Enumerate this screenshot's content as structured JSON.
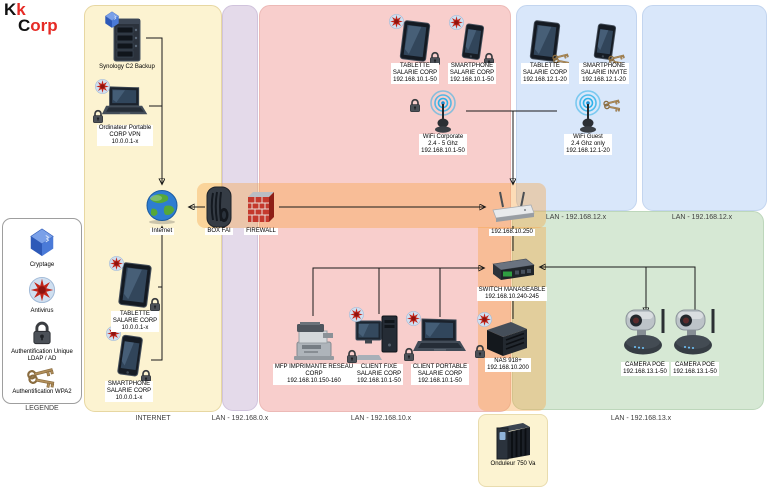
{
  "logo": {
    "black1": "K",
    "red1": "k",
    "black2": "C",
    "red2": "orp"
  },
  "colors": {
    "logo_red": "#E62A25",
    "zone_internet": "#FCF3D1",
    "zone_lan0": "#E4DAEA",
    "zone_lan10": "#F8CECC",
    "zone_lan12": "#D9E7FA",
    "zone_lan13": "#D6E8D4",
    "highlight_band": "#F6A442",
    "wifi_blue": "#2BB1E8",
    "firewall_red": "#C4392D"
  },
  "zones": [
    {
      "id": "internet",
      "label": "INTERNET"
    },
    {
      "id": "lan0",
      "label": "LAN - 192.168.0.x"
    },
    {
      "id": "lan10",
      "label": "LAN - 192.168.10.x"
    },
    {
      "id": "lan12a",
      "label": "LAN - 192.168.12.x"
    },
    {
      "id": "lan12b",
      "label": "LAN - 192.168.12.x"
    },
    {
      "id": "lan13",
      "label": "LAN - 192.168.13.x"
    }
  ],
  "legend": {
    "title": "LEGENDE",
    "items": [
      {
        "id": "cryptage",
        "icon": "cube",
        "lines": [
          "Cryptage"
        ]
      },
      {
        "id": "antivirus",
        "icon": "virus",
        "lines": [
          "Antivirus"
        ]
      },
      {
        "id": "auth-unique",
        "icon": "lock",
        "lines": [
          "Authentification Unique",
          "LDAP / AD"
        ]
      },
      {
        "id": "auth-wpa2",
        "icon": "keys",
        "lines": [
          "Authentification WPA2"
        ]
      }
    ]
  },
  "nodes": [
    {
      "id": "synology-c2-backup",
      "icon": "server",
      "badges": [
        {
          "icon": "cube",
          "pos": "tl"
        }
      ],
      "lines": [
        "Synology C2 Backup"
      ],
      "boxed": false
    },
    {
      "id": "ordinateur-portable-corp-vpn",
      "icon": "laptop",
      "badges": [
        {
          "icon": "virus",
          "pos": "tl"
        },
        {
          "icon": "lock",
          "pos": "bl"
        }
      ],
      "lines": [
        "Ordinateur Portable",
        "CORP VPN",
        "10.0.0.1-x"
      ],
      "boxed": true
    },
    {
      "id": "internet-globe",
      "icon": "globe",
      "badges": [],
      "lines": [
        "Internet"
      ],
      "boxed": true
    },
    {
      "id": "box-fai",
      "icon": "modem",
      "badges": [],
      "lines": [
        "BOX FAI"
      ],
      "boxed": true
    },
    {
      "id": "firewall",
      "icon": "firewall",
      "badges": [],
      "lines": [
        "FIREWALL"
      ],
      "boxed": true
    },
    {
      "id": "tablette-salarie-corp-vpn",
      "icon": "tablet",
      "badges": [
        {
          "icon": "virus",
          "pos": "tl"
        },
        {
          "icon": "lock",
          "pos": "br"
        }
      ],
      "lines": [
        "TABLETTE",
        "SALARIE CORP",
        "10.0.0.1-x"
      ],
      "boxed": true
    },
    {
      "id": "smartphone-salarie-corp-vpn",
      "icon": "phone",
      "badges": [
        {
          "icon": "virus",
          "pos": "tl"
        },
        {
          "icon": "lock",
          "pos": "br"
        }
      ],
      "lines": [
        "SMARTPHONE",
        "SALARIE CORP",
        "10.0.0.1-x"
      ],
      "boxed": true
    },
    {
      "id": "tablette-salarie-corp-lan10",
      "icon": "tablet",
      "badges": [
        {
          "icon": "virus",
          "pos": "tl"
        },
        {
          "icon": "lock",
          "pos": "br"
        }
      ],
      "lines": [
        "TABLETTE",
        "SALARIE CORP",
        "192.168.10.1-50"
      ],
      "boxed": true
    },
    {
      "id": "smartphone-salarie-corp-lan10",
      "icon": "phone",
      "badges": [
        {
          "icon": "virus",
          "pos": "tl"
        },
        {
          "icon": "lock",
          "pos": "br"
        }
      ],
      "lines": [
        "SMARTPHONE",
        "SALARIE CORP",
        "192.168.10.1-50"
      ],
      "boxed": true
    },
    {
      "id": "wifi-corporate",
      "icon": "wifi",
      "badges": [
        {
          "icon": "lock",
          "pos": "l"
        }
      ],
      "lines": [
        "WiFi Corporate",
        "2.4 - 5 Ghz",
        "192.168.10.1-50"
      ],
      "boxed": true
    },
    {
      "id": "tablette-salarie-corp-lan12",
      "icon": "tablet",
      "badges": [
        {
          "icon": "keys",
          "pos": "br"
        }
      ],
      "lines": [
        "TABLETTE",
        "SALARIE CORP",
        "192.168.12.1-20"
      ],
      "boxed": true
    },
    {
      "id": "smartphone-salarie-invite",
      "icon": "phone",
      "badges": [
        {
          "icon": "keys",
          "pos": "br"
        }
      ],
      "lines": [
        "SMARTPHONE",
        "SALARIE INVITE",
        "192.168.12.1-20"
      ],
      "boxed": true
    },
    {
      "id": "wifi-guest",
      "icon": "wifi",
      "badges": [
        {
          "icon": "keys",
          "pos": "r"
        }
      ],
      "lines": [
        "WiFi Guest",
        "2.4 Ghz only",
        "192.168.12.1-20"
      ],
      "boxed": true
    },
    {
      "id": "routeur-lan",
      "icon": "router",
      "badges": [],
      "lines": [
        "192.168.10.250"
      ],
      "boxed": true
    },
    {
      "id": "switch-manageable",
      "icon": "switch",
      "badges": [],
      "lines": [
        "SWITCH MANAGEABLE",
        "192.168.10.240-245"
      ],
      "boxed": true
    },
    {
      "id": "mfp-imprimante-reseau",
      "icon": "printer",
      "badges": [],
      "lines": [
        "MFP IMPRIMANTE RESEAU",
        "CORP",
        "192.168.10.150-160"
      ],
      "boxed": true
    },
    {
      "id": "client-fixe-salarie",
      "icon": "desktop",
      "badges": [
        {
          "icon": "virus",
          "pos": "tl"
        },
        {
          "icon": "lock",
          "pos": "bl"
        }
      ],
      "lines": [
        "CLIENT FIXE",
        "SALARIE CORP",
        "192.168.10.1-50"
      ],
      "boxed": true
    },
    {
      "id": "client-portable-salarie",
      "icon": "laptop",
      "badges": [
        {
          "icon": "virus",
          "pos": "tl"
        },
        {
          "icon": "lock",
          "pos": "bl"
        }
      ],
      "lines": [
        "CLIENT PORTABLE",
        "SALARIE CORP",
        "192.168.10.1-50"
      ],
      "boxed": true
    },
    {
      "id": "nas-918",
      "icon": "nas",
      "badges": [
        {
          "icon": "virus",
          "pos": "tl"
        },
        {
          "icon": "lock",
          "pos": "bl"
        }
      ],
      "lines": [
        "NAS 918+",
        "192.168.10.200"
      ],
      "boxed": true
    },
    {
      "id": "camera-poe-1",
      "icon": "camera",
      "badges": [],
      "lines": [
        "CAMERA POE",
        "192.168.13.1-50"
      ],
      "boxed": true
    },
    {
      "id": "camera-poe-2",
      "icon": "camera",
      "badges": [],
      "lines": [
        "CAMERA POE",
        "192.168.13.1-50"
      ],
      "boxed": true
    },
    {
      "id": "onduleur-750",
      "icon": "ups",
      "badges": [],
      "lines": [
        "Onduleur 750 Va"
      ],
      "boxed": false
    }
  ],
  "edges": [
    {
      "from": "synology-c2-backup",
      "to": "internet-globe"
    },
    {
      "from": "ordinateur-portable-corp-vpn",
      "to": "internet-globe"
    },
    {
      "from": "tablette-salarie-corp-vpn",
      "to": "internet-globe"
    },
    {
      "from": "smartphone-salarie-corp-vpn",
      "to": "internet-globe"
    },
    {
      "from": "box-fai",
      "to": "internet-globe"
    },
    {
      "from": "firewall",
      "to": "routeur-lan"
    },
    {
      "from": "wifi-corporate",
      "to": "wifi-guest"
    },
    {
      "from": "wifi-corporate",
      "to": "routeur-lan"
    },
    {
      "from": "routeur-lan",
      "to": "switch-manageable"
    },
    {
      "from": "mfp-imprimante-reseau",
      "to": "switch-manageable"
    },
    {
      "from": "client-fixe-salarie",
      "to": "switch-manageable"
    },
    {
      "from": "client-portable-salarie",
      "to": "switch-manageable"
    },
    {
      "from": "nas-918",
      "to": "switch-manageable"
    },
    {
      "from": "switch-manageable",
      "to": "camera-poe-1"
    },
    {
      "from": "camera-poe-2",
      "to": "switch-manageable"
    }
  ]
}
